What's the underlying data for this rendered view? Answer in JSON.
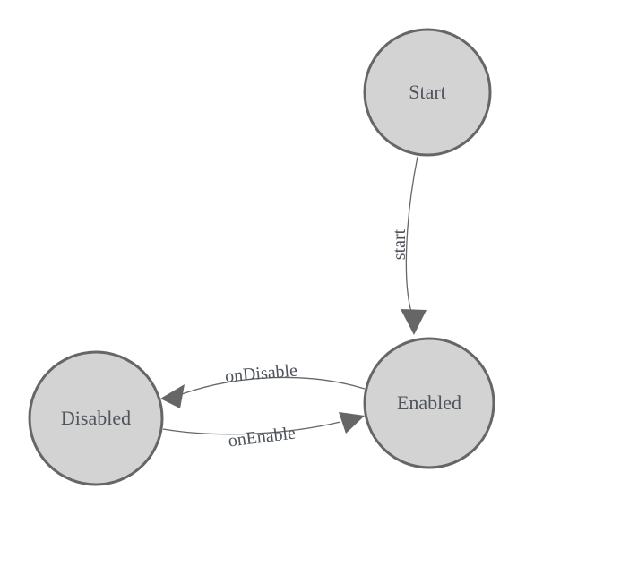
{
  "diagram": {
    "type": "state-machine",
    "colors": {
      "background": "#ffffff",
      "node_fill": "#d3d3d3",
      "node_stroke": "#666666",
      "edge_stroke": "#666666",
      "arrow_fill": "#666666",
      "label_color": "#4e535c"
    },
    "nodes": [
      {
        "id": "start",
        "label": "Start"
      },
      {
        "id": "enabled",
        "label": "Enabled"
      },
      {
        "id": "disabled",
        "label": "Disabled"
      }
    ],
    "edges": [
      {
        "id": "start-transition",
        "label": "start",
        "from": "Start",
        "to": "Enabled"
      },
      {
        "id": "on-disable",
        "label": "onDisable",
        "from": "Enabled",
        "to": "Disabled"
      },
      {
        "id": "on-enable",
        "label": "onEnable",
        "from": "Disabled",
        "to": "Enabled"
      }
    ]
  }
}
